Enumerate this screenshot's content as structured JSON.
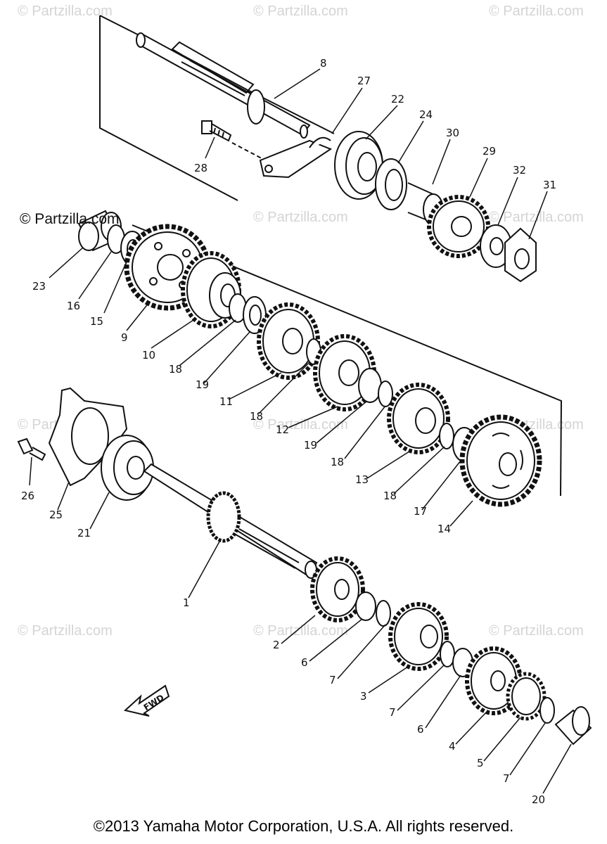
{
  "watermark": "© Partzilla.com",
  "brand_label": "© Partzilla.com",
  "copyright": "©2013 Yamaha Motor Corporation, U.S.A. All rights reserved.",
  "fwd_label": "FWD",
  "callouts": {
    "c8": "8",
    "c27": "27",
    "c22": "22",
    "c24": "24",
    "c30": "30",
    "c29": "29",
    "c32": "32",
    "c31": "31",
    "c28": "28",
    "c23": "23",
    "c16": "16",
    "c15": "15",
    "c9": "9",
    "c10": "10",
    "c18a": "18",
    "c19a": "19",
    "c11": "11",
    "c18b": "18",
    "c12": "12",
    "c19b": "19",
    "c18c": "18",
    "c13": "13",
    "c18d": "18",
    "c17": "17",
    "c14": "14",
    "c26": "26",
    "c25": "25",
    "c21": "21",
    "c1": "1",
    "c2": "2",
    "c6a": "6",
    "c7a": "7",
    "c3": "3",
    "c7b": "7",
    "c6b": "6",
    "c4": "4",
    "c5": "5",
    "c7c": "7",
    "c20": "20"
  }
}
